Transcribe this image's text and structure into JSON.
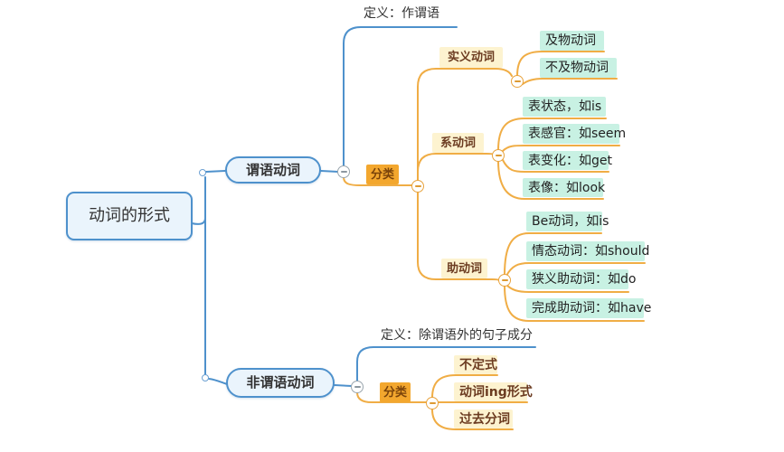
{
  "app": {
    "title": "动词的形式 思维导图"
  },
  "colors": {
    "branch_blue": "#4e91cc",
    "branch_orange": "#f0ad45",
    "node_blue_fill": "#eaf4fc",
    "classify_fill": "#f3a72e",
    "cream_fill": "#fdf3d0",
    "cyan_fill": "#c8f1e3",
    "text_dark": "#333333",
    "text_brown": "#6b3b20"
  },
  "root": {
    "label": "动词的形式"
  },
  "predicate": {
    "label": "谓语动词",
    "definition": "定义：作谓语",
    "classify": "分类",
    "notional": {
      "label": "实义动词",
      "children": [
        "及物动词",
        "不及物动词"
      ]
    },
    "linking": {
      "label": "系动词",
      "children": [
        "表状态，如is",
        "表感官：如seem",
        "表变化：如get",
        "表像：如look"
      ]
    },
    "auxiliary": {
      "label": "助动词",
      "children": [
        "Be动词，如is",
        "情态动词：如should",
        "狭义助动词：如do",
        "完成助动词：如have"
      ]
    }
  },
  "non_predicate": {
    "label": "非谓语动词",
    "definition": "定义：除谓语外的句子成分",
    "classify": "分类",
    "children": [
      "不定式",
      "动词ing形式",
      "过去分词"
    ]
  }
}
